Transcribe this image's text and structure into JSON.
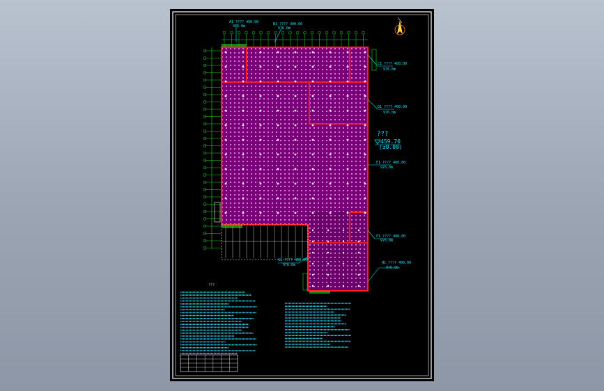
{
  "drawing": {
    "colors": {
      "background": "#000000",
      "frame": "#ffffff",
      "grid_fill": "#c400c4",
      "grid_dots": "#e08ae0",
      "boundary": "#ff1f1f",
      "axis": "#21e021",
      "annotation": "#17e3ff",
      "north_arrow": "#ffd54a",
      "notes_text": "#2fe6ff",
      "table_line": "#ffffff"
    },
    "legend": {
      "elevation_marker": "???",
      "elevation_value": "459.70",
      "elevation_paren": "(±0.00)"
    },
    "callouts": [
      {
        "id": "top-left",
        "line1": "A1 ???? 400.00",
        "line2": "976.0m"
      },
      {
        "id": "top-mid",
        "line1": "B1 ???? 400.00",
        "line2": "976.0m"
      },
      {
        "id": "right-1",
        "line1": "C1 ???? 400.00",
        "line2": "976.0m"
      },
      {
        "id": "right-2",
        "line1": "D1 ???? 400.00",
        "line2": "976.0m"
      },
      {
        "id": "right-3",
        "line1": "E1 ???? 400.00",
        "line2": "976.0m"
      },
      {
        "id": "right-4",
        "line1": "F1 ???? 400.00",
        "line2": "976.0m"
      },
      {
        "id": "bottom-mid",
        "line1": "G1 ???? 400.00",
        "line2": "976.0m"
      },
      {
        "id": "bottom-right",
        "line1": "H1 ???? 400.00",
        "line2": "976.0m"
      }
    ],
    "notes_title": "???"
  }
}
